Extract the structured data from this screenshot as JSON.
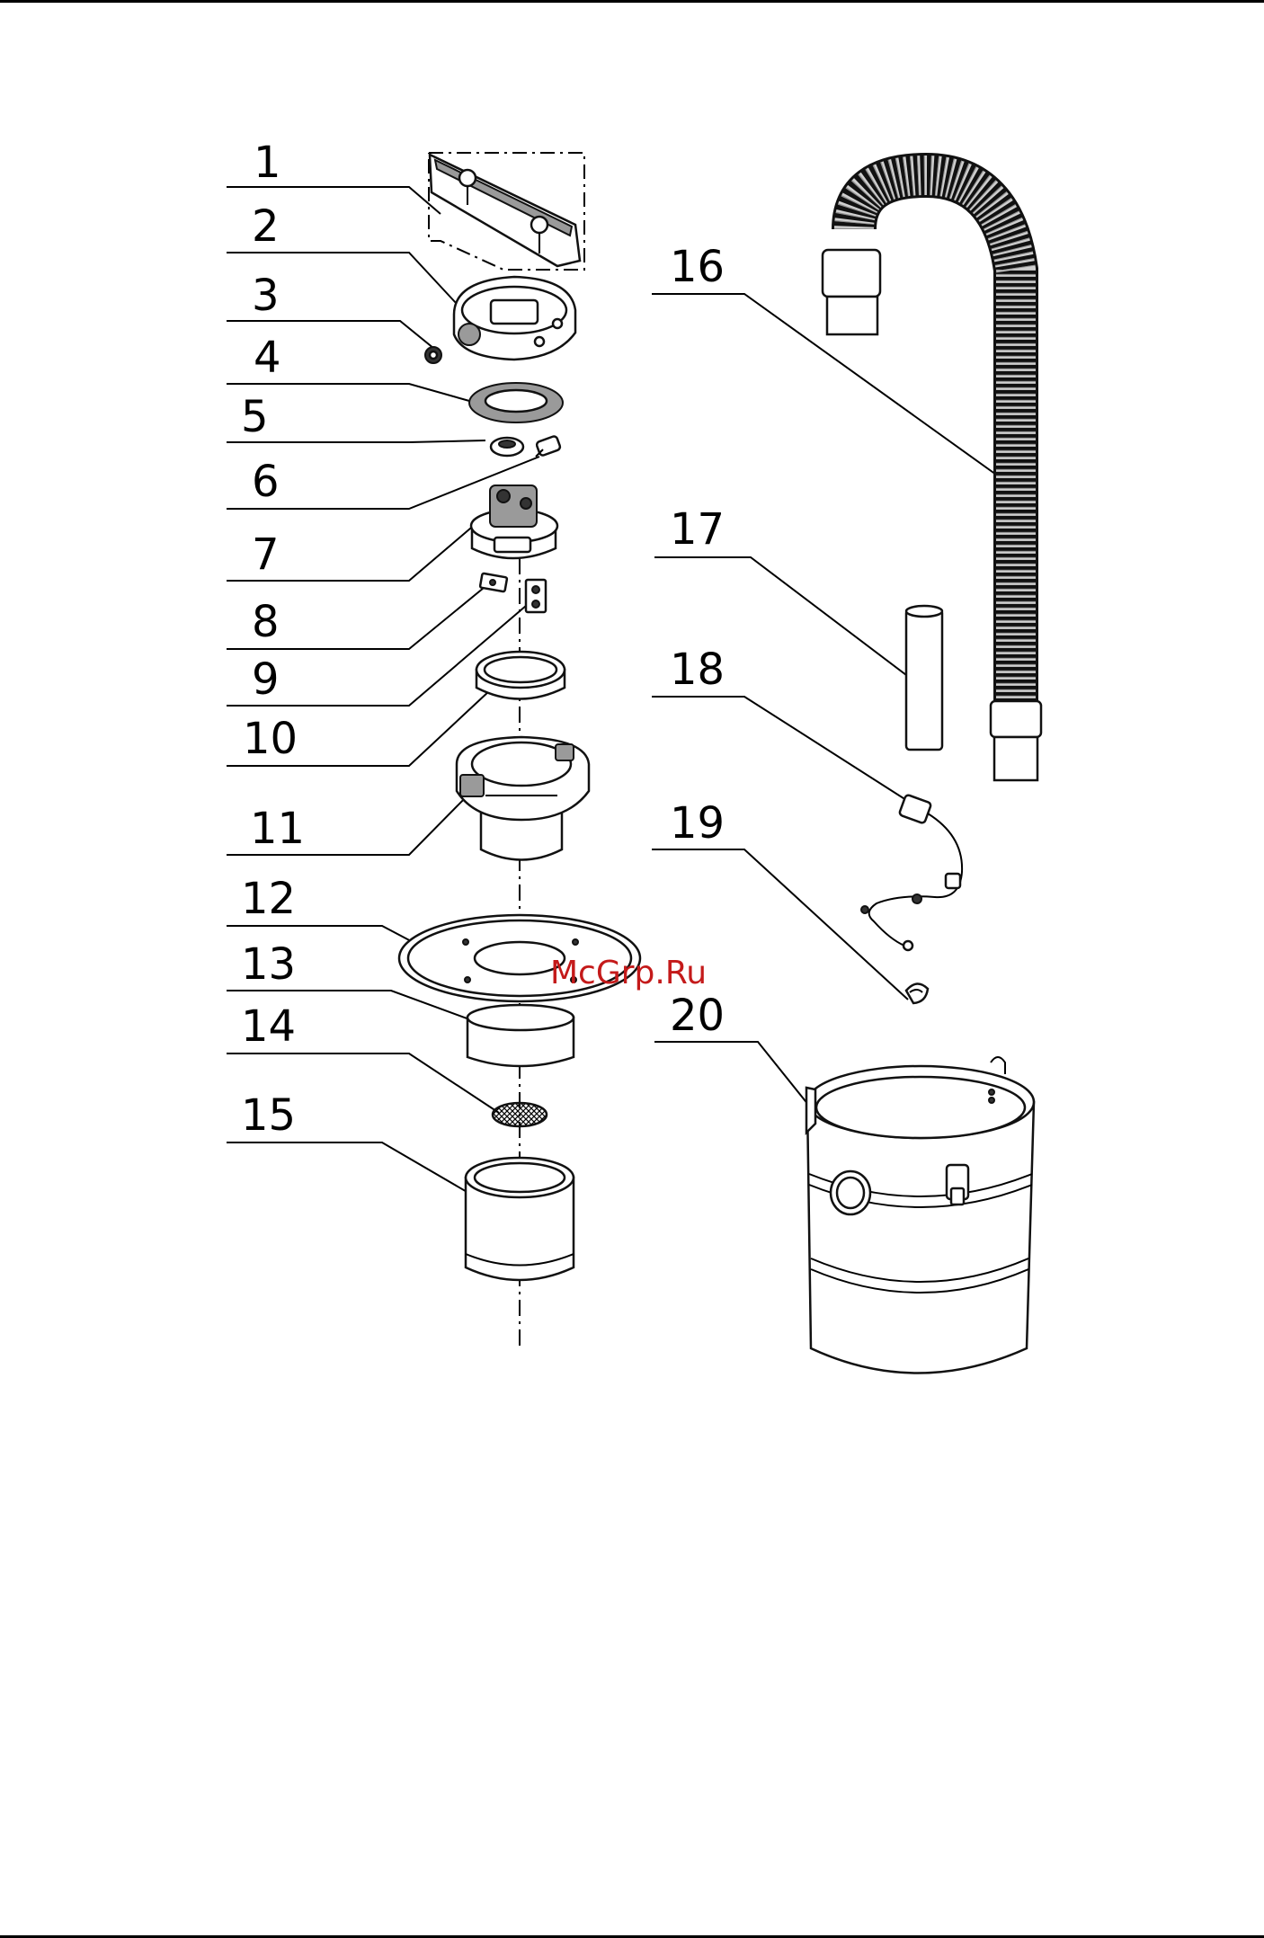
{
  "watermark": "McGrp.Ru",
  "callouts": [
    "1",
    "2",
    "3",
    "4",
    "5",
    "6",
    "7",
    "8",
    "9",
    "10",
    "11",
    "12",
    "13",
    "14",
    "15",
    "16",
    "17",
    "18",
    "19",
    "20"
  ]
}
